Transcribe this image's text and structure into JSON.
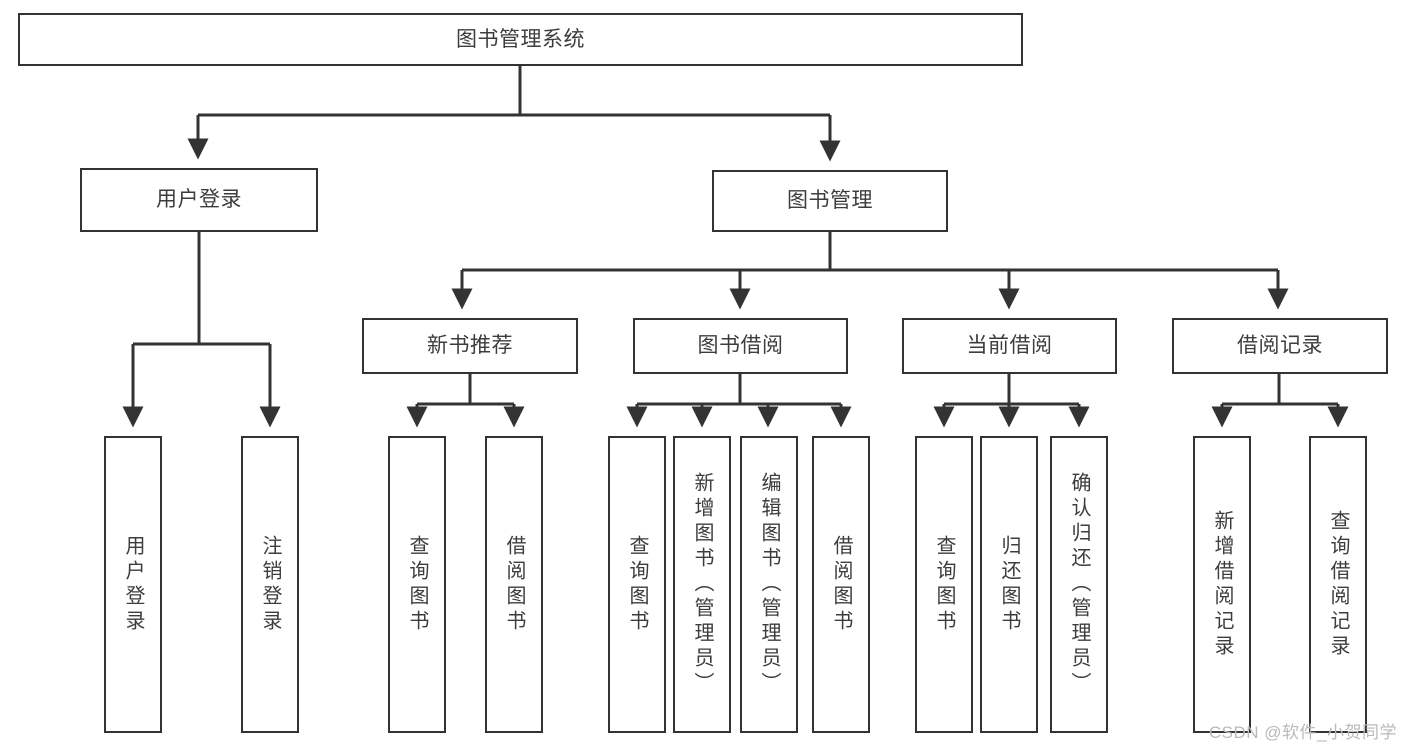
{
  "diagram": {
    "title": "图书管理系统",
    "type": "tree-hierarchy",
    "watermark": "CSDN @软件_小贺同学",
    "colors": {
      "box_border": "#333333",
      "box_fill": "#ffffff",
      "edge": "#333333",
      "text": "#3d3d3d",
      "watermark": "#b9b9b9",
      "background": "#ffffff"
    },
    "levels": {
      "root": {
        "label": "图书管理系统"
      },
      "level2": [
        {
          "id": "user-login",
          "label": "用户登录"
        },
        {
          "id": "book-management",
          "label": "图书管理"
        }
      ],
      "level3": [
        {
          "id": "new-book-recommend",
          "label": "新书推荐",
          "parent": "book-management"
        },
        {
          "id": "book-borrow",
          "label": "图书借阅",
          "parent": "book-management"
        },
        {
          "id": "current-borrow",
          "label": "当前借阅",
          "parent": "book-management"
        },
        {
          "id": "borrow-record",
          "label": "借阅记录",
          "parent": "book-management"
        }
      ],
      "leaves": {
        "user-login": [
          {
            "id": "leaf-user-login",
            "label": "用户登录"
          },
          {
            "id": "leaf-user-logout",
            "label": "注销登录"
          }
        ],
        "new-book-recommend": [
          {
            "id": "leaf-query-book-1",
            "label": "查询图书"
          },
          {
            "id": "leaf-borrow-book-1",
            "label": "借阅图书"
          }
        ],
        "book-borrow": [
          {
            "id": "leaf-query-book-2",
            "label": "查询图书"
          },
          {
            "id": "leaf-add-book",
            "label": "新增图书（管理员）"
          },
          {
            "id": "leaf-edit-book",
            "label": "编辑图书（管理员）"
          },
          {
            "id": "leaf-borrow-book-2",
            "label": "借阅图书"
          }
        ],
        "current-borrow": [
          {
            "id": "leaf-query-book-3",
            "label": "查询图书"
          },
          {
            "id": "leaf-return-book",
            "label": "归还图书"
          },
          {
            "id": "leaf-confirm-return",
            "label": "确认归还（管理员）"
          }
        ],
        "borrow-record": [
          {
            "id": "leaf-add-record",
            "label": "新增借阅记录"
          },
          {
            "id": "leaf-query-record",
            "label": "查询借阅记录"
          }
        ]
      }
    }
  }
}
